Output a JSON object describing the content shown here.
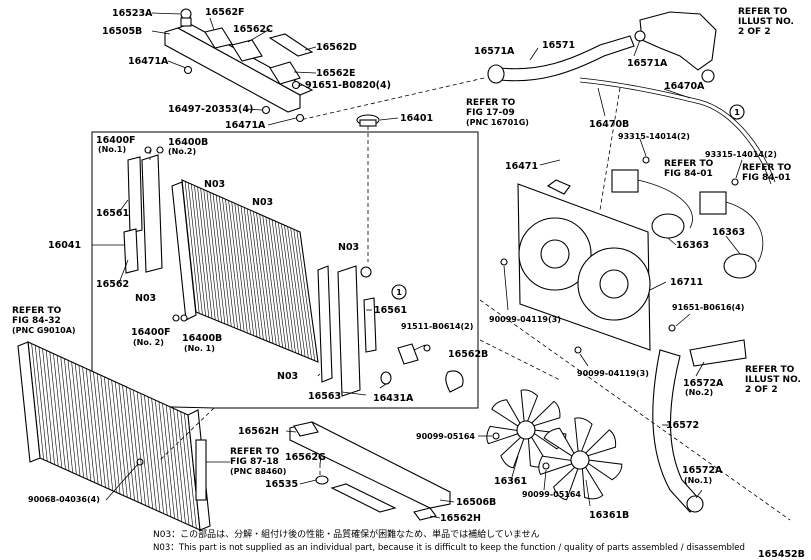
{
  "labels": {
    "p16523A": "16523A",
    "p16562F": "16562F",
    "p16505B": "16505B",
    "p16562C": "16562C",
    "p16562D": "16562D",
    "p16471A_top": "16471A",
    "p16562E": "16562E",
    "p91651_B0820": "91651-B0820(4)",
    "p16497_20353": "16497-20353(4)",
    "p16471A_mid": "16471A",
    "p16401": "16401",
    "p16400F_top": "16400F",
    "p16400F_top_no": "(No.1)",
    "p16400B_top": "16400B",
    "p16400B_top_no": "(No.2)",
    "pN03_a": "N03",
    "pN03_b": "N03",
    "pN03_c": "N03",
    "pN03_d": "N03",
    "pN03_e": "N03",
    "p16561_left": "16561",
    "p16041": "16041",
    "p16562_left": "16562",
    "p16400F_bot": "16400F",
    "p16400F_bot_no": "(No. 2)",
    "p16400B_bot": "16400B",
    "p16400B_bot_no": "(No. 1)",
    "p16561_right": "16561",
    "p91511_B0614": "91511-B0614(2)",
    "p16562B": "16562B",
    "p16563": "16563",
    "p16431A": "16431A",
    "p16571A_left": "16571A",
    "p16571": "16571",
    "p16571A_right": "16571A",
    "p16470A": "16470A",
    "p16470B": "16470B",
    "p16471_small": "16471",
    "p93315_a": "93315-14014(2)",
    "p93315_b": "93315-14014(2)",
    "p16363_a": "16363",
    "p16363_b": "16363",
    "p16711": "16711",
    "p90099_04119_a": "90099-04119(3)",
    "p90099_04119_b": "90099-04119(3)",
    "p91651_B0616": "91651-B0616(4)",
    "p16572A_top": "16572A",
    "p16572A_top_no": "(No.2)",
    "p16572": "16572",
    "p90099_05164_a": "90099-05164",
    "p90099_05164_b": "90099-05164",
    "p16361": "16361",
    "p16361B": "16361B",
    "p16572A_bot": "16572A",
    "p16572A_bot_no": "(No.1)",
    "p16562H_a": "16562H",
    "p16562H_b": "16562H",
    "p16562G": "16562G",
    "p16535": "16535",
    "p16506B": "16506B",
    "p90068_04036": "90068-04036(4)",
    "circle_1a": "1",
    "circle_1b": "1"
  },
  "refs": {
    "r_top_right": [
      "REFER TO",
      "ILLUST NO.",
      "2 OF 2"
    ],
    "r_fig17": [
      "REFER TO",
      "FIG 17-09",
      "(PNC 16701G)"
    ],
    "r_fig84_a": [
      "REFER TO",
      "FIG 84-01"
    ],
    "r_fig84_b": [
      "REFER TO",
      "FIG 84-01"
    ],
    "r_mid_right": [
      "REFER TO",
      "ILLUST NO.",
      "2 OF 2"
    ],
    "r_fig8432": [
      "REFER TO",
      "FIG 84-32",
      "(PNC G9010A)"
    ],
    "r_fig8718": [
      "REFER TO",
      "FIG 87-18",
      "(PNC 88460)"
    ]
  },
  "notes": {
    "jp": "N03：この部品は、分解・組付け後の性能・品質確保が困難なため、単品では補給していません",
    "en": "N03：This part is not supplied as an individual part, because it is difficult to keep the function / quality of parts assembled / disassembled"
  },
  "image_id": "165452B"
}
